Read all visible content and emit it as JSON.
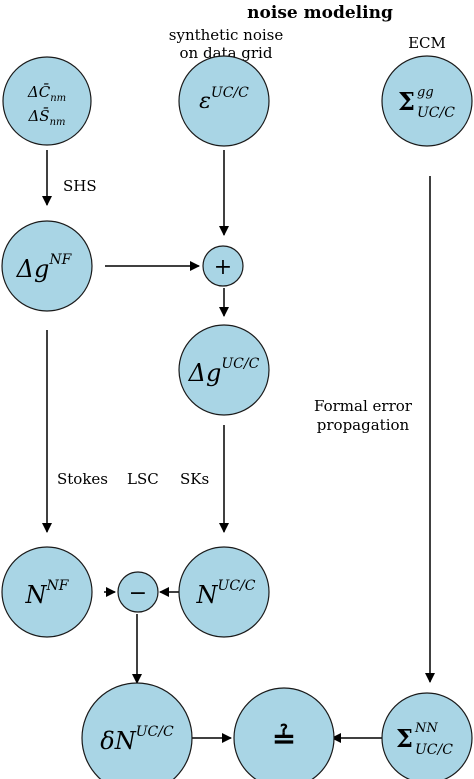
{
  "header": {
    "title": "noise modeling",
    "synthetic_line1": "synthetic noise",
    "synthetic_line2": "on data grid",
    "ecm": "ECM"
  },
  "nodes": {
    "coeffs": {
      "line1_base": "ΔC̄",
      "line1_sub": "nm",
      "line2_base": "ΔS̄",
      "line2_sub": "nm"
    },
    "eps": {
      "base": "ε",
      "sup": "UC/C"
    },
    "sigma_gg": {
      "base": "Σ",
      "sup": "gg",
      "sub": "UC/C"
    },
    "dg_nf": {
      "base": "Δg",
      "sup": "NF"
    },
    "plus": {
      "symbol": "+"
    },
    "dg_uc": {
      "base": "Δg",
      "sup": "UC/C"
    },
    "n_nf": {
      "base": "N",
      "sup": "NF"
    },
    "minus": {
      "symbol": "−"
    },
    "n_uc": {
      "base": "N",
      "sup": "UC/C"
    },
    "dn_uc": {
      "base": "δN",
      "sup": "UC/C"
    },
    "compare": {
      "symbol": "≟"
    },
    "sigma_nn": {
      "base": "Σ",
      "sup": "NN",
      "sub": "UC/C"
    }
  },
  "edge_labels": {
    "shs": "SHS",
    "stokes": "Stokes",
    "lsc": "LSC",
    "sks": "SKs",
    "formal_line1": "Formal error",
    "formal_line2": "propagation"
  },
  "colors": {
    "node_fill": "#a9d5e5",
    "node_stroke": "#1a1a1a",
    "arrow": "#000000"
  }
}
